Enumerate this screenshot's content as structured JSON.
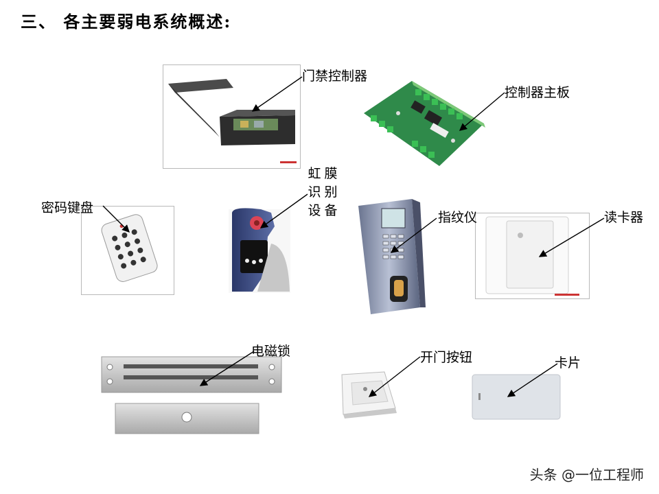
{
  "title": "三、 各主要弱电系统概述:",
  "labels": {
    "access_controller": "门禁控制器",
    "controller_board": "控制器主板",
    "keypad": "密码键盘",
    "iris": [
      "虹",
      "膜",
      "识",
      "别",
      "设",
      "备"
    ],
    "fingerprint": "指纹仪",
    "card_reader": "读卡器",
    "magnetic_lock": "电磁锁",
    "exit_button": "开门按钮",
    "card": "卡片"
  },
  "watermark": "头条 @一位工程师",
  "colors": {
    "arrow": "#000000",
    "pcb_green": "#2f8a4a",
    "metal_dark": "#3a3a3a",
    "panel_blue": "#8a96b0"
  }
}
